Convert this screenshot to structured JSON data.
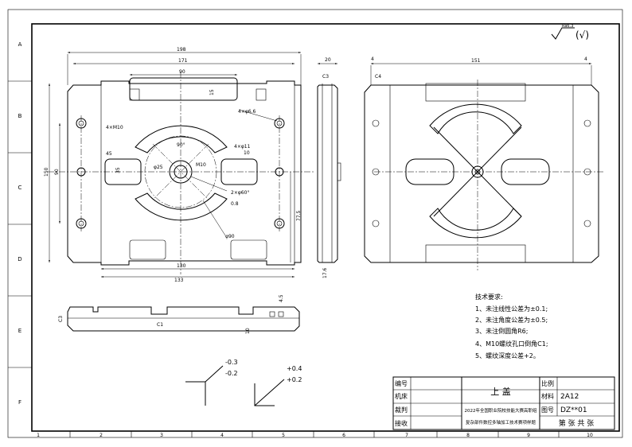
{
  "frame": {
    "row_letters": [
      "A",
      "B",
      "C",
      "D",
      "E",
      "F"
    ],
    "col_numbers": [
      "1",
      "2",
      "3",
      "4",
      "5",
      "6",
      "7",
      "8",
      "9",
      "10"
    ]
  },
  "surface_finish": {
    "value": "Ra6.3",
    "note": "(√)"
  },
  "front_view": {
    "dims": {
      "overall_width": "198",
      "width_171": "171",
      "slot_90": "90",
      "slot_15": "15",
      "bottom_130": "130",
      "bottom_133": "133",
      "height_150": "150",
      "inner_90": "90",
      "side_77_5": "77.5",
      "left_45": "45",
      "left_35": "35",
      "center_bore": "φ25",
      "holes_4xm10": "4×M10",
      "holes_4xphi6_6": "4×φ6.6",
      "holes_4xphi11": "4×φ11",
      "depth_10": "10",
      "m10_label": "M10",
      "chamfer_2x": "2×φ60°",
      "angle_90": "90°",
      "dia_90": "φ90",
      "r_0_8": "0.8"
    }
  },
  "side_view": {
    "top_dim": "20",
    "bottom_dim": "17.6",
    "chamfer": "C3"
  },
  "right_view": {
    "top_dim": "151",
    "left_tol": "4",
    "right_tol": "4",
    "chamfer": "C4"
  },
  "bottom_view": {
    "chamfer_left": "C3",
    "chamfer_mid": "C1",
    "dim_10": "10",
    "dim_4_5": "4.5"
  },
  "flatness": {
    "sym1": {
      "upper": "-0.3",
      "lower": "-0.2"
    },
    "sym2": {
      "upper": "+0.4",
      "lower": "+0.2"
    }
  },
  "tech_requirements": {
    "title": "技术要求:",
    "items": [
      "1、未注线性公差为±0.1;",
      "2、未注角度公差为±0.5;",
      "3、未注倒圆角R6;",
      "4、M10螺纹孔口倒角C1;",
      "5、螺纹深度公差+2。"
    ]
  },
  "title_block": {
    "labels": [
      "编号",
      "机床",
      "裁判",
      "接收"
    ],
    "part_name": "上 盖",
    "competition_line1": "2022年全国职业院校技能大赛高职组",
    "competition_line2": "复杂部件数控多轴加工技术赛项样题",
    "scale_label": "比例",
    "material_label": "材料",
    "material_value": "2A12",
    "drawing_no_label": "图号",
    "drawing_no_value": "DZ**01",
    "sheet_text": "第 张 共 张"
  }
}
